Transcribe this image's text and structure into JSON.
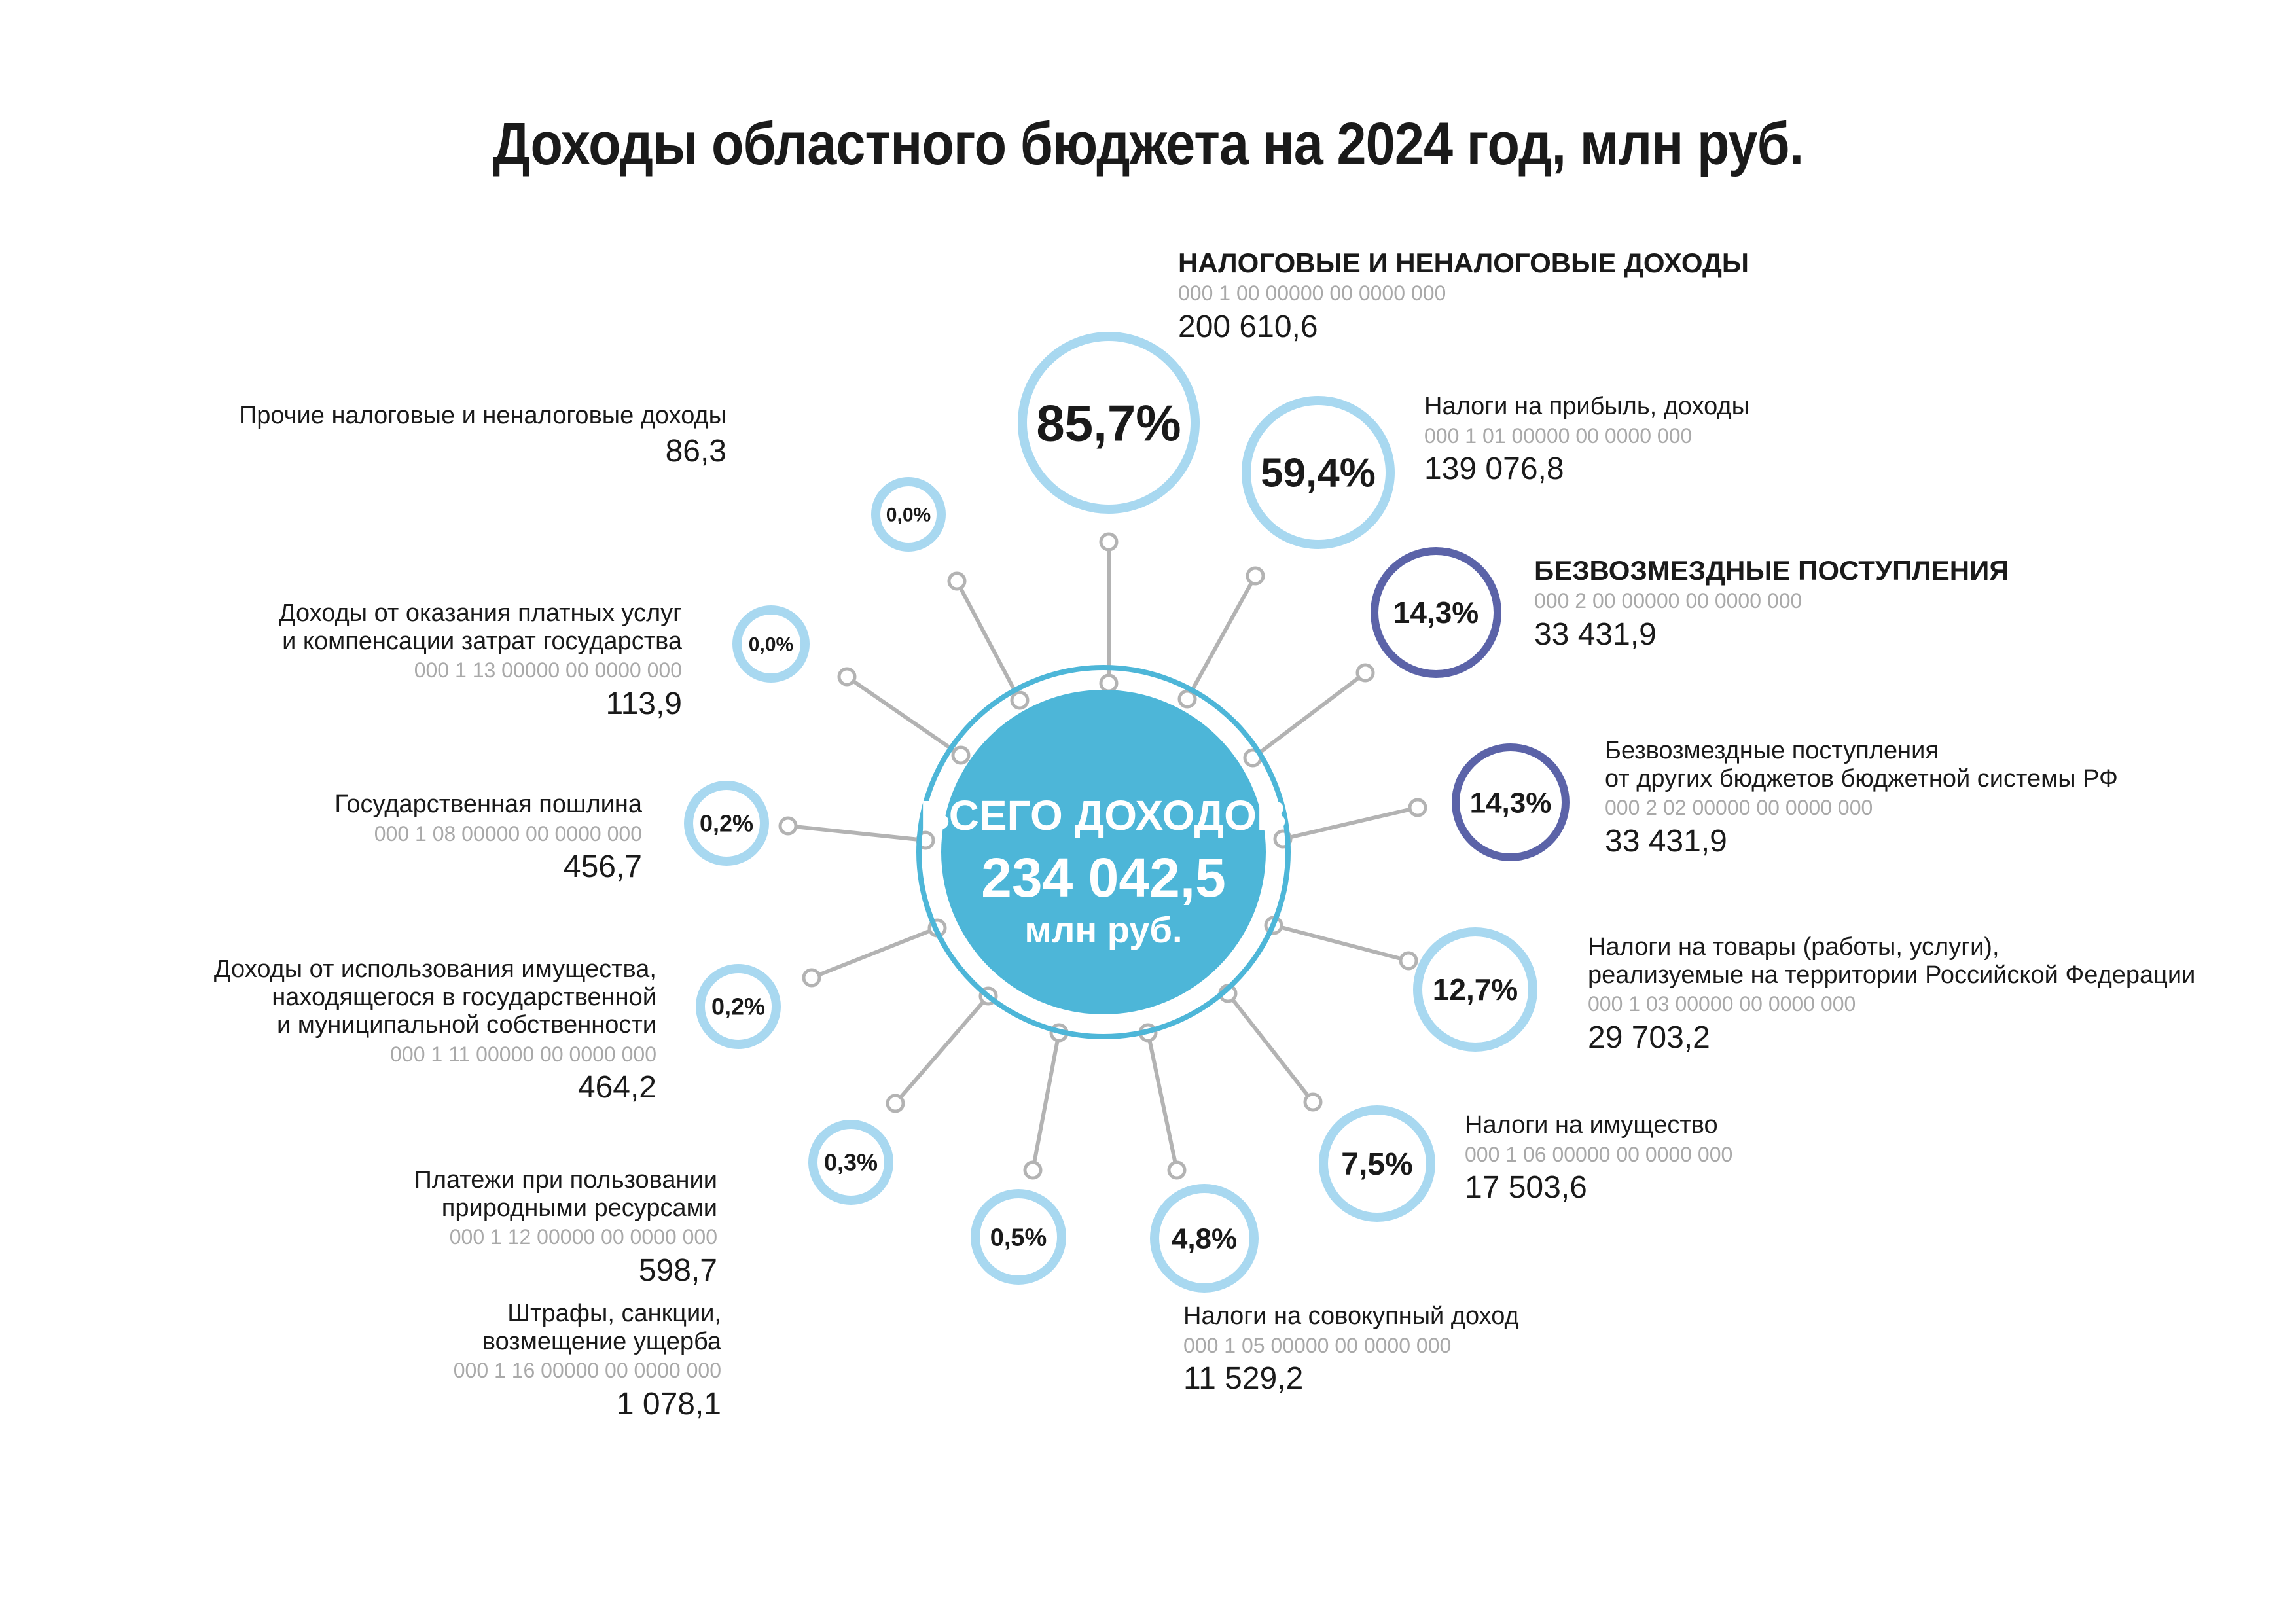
{
  "title": "Доходы областного бюджета на 2024 год, млн руб.",
  "center": {
    "line1": "ВСЕГО ДОХОДОВ",
    "value": "234 042,5",
    "unit": "млн руб."
  },
  "colors": {
    "center_fill": "#4db6d8",
    "light_ring": "#a8d8f0",
    "dark_ring": "#5b63a8",
    "connector": "#b3b3b3"
  },
  "items": [
    {
      "id": "tax-nontax",
      "pct": "85,7%",
      "name": "НАЛОГОВЫЕ И НЕНАЛОГОВЫЕ ДОХОДЫ",
      "code": "000 1 00 00000 00 0000 000",
      "value": "200 610,6",
      "ring": "light",
      "bold": true
    },
    {
      "id": "profit-tax",
      "pct": "59,4%",
      "name": "Налоги на прибыль, доходы",
      "code": "000 1 01 00000 00 0000 000",
      "value": "139 076,8",
      "ring": "light",
      "bold": false
    },
    {
      "id": "gratuitous",
      "pct": "14,3%",
      "name": "БЕЗВОЗМЕЗДНЫЕ ПОСТУПЛЕНИЯ",
      "code": "000 2 00 00000 00 0000 000",
      "value": "33 431,9",
      "ring": "dark",
      "bold": true
    },
    {
      "id": "gratuitous-other-budgets",
      "pct": "14,3%",
      "name": "Безвозмездные поступления\nот других бюджетов бюджетной системы РФ",
      "code": "000 2 02 00000 00 0000 000",
      "value": "33 431,9",
      "ring": "dark",
      "bold": false
    },
    {
      "id": "goods-tax",
      "pct": "12,7%",
      "name": "Налоги на товары (работы, услуги),\nреализуемые на территории Российской Федерации",
      "code": "000 1 03 00000 00 0000 000",
      "value": "29 703,2",
      "ring": "light",
      "bold": false
    },
    {
      "id": "property-tax",
      "pct": "7,5%",
      "name": "Налоги на имущество",
      "code": "000 1 06 00000 00 0000 000",
      "value": "17 503,6",
      "ring": "light",
      "bold": false
    },
    {
      "id": "aggregate-income-tax",
      "pct": "4,8%",
      "name": "Налоги на совокупный доход",
      "code": "000 1 05 00000 00 0000 000",
      "value": "11 529,2",
      "ring": "light",
      "bold": false
    },
    {
      "id": "fines",
      "pct": "0,5%",
      "name": "Штрафы, санкции,\nвозмещение ущерба",
      "code": "000 1 16 00000 00 0000 000",
      "value": "1 078,1",
      "ring": "light",
      "bold": false
    },
    {
      "id": "natural-resources",
      "pct": "0,3%",
      "name": "Платежи при пользовании\nприродными ресурсами",
      "code": "000 1 12 00000 00 0000 000",
      "value": "598,7",
      "ring": "light",
      "bold": false
    },
    {
      "id": "property-use",
      "pct": "0,2%",
      "name": "Доходы от использования имущества,\nнаходящегося в государственной\nи муниципальной собственности",
      "code": "000 1 11 00000 00 0000 000",
      "value": "464,2",
      "ring": "light",
      "bold": false
    },
    {
      "id": "state-duty",
      "pct": "0,2%",
      "name": "Государственная пошлина",
      "code": "000 1 08 00000 00 0000 000",
      "value": "456,7",
      "ring": "light",
      "bold": false
    },
    {
      "id": "paid-services",
      "pct": "0,0%",
      "name": "Доходы от оказания платных услуг\nи компенсации затрат государства",
      "code": "000 1 13 00000 00 0000 000",
      "value": "113,9",
      "ring": "light",
      "bold": false
    },
    {
      "id": "other-tax-nontax",
      "pct": "0,0%",
      "name": "Прочие налоговые и неналоговые доходы",
      "code": "",
      "value": "86,3",
      "ring": "light",
      "bold": false
    }
  ]
}
